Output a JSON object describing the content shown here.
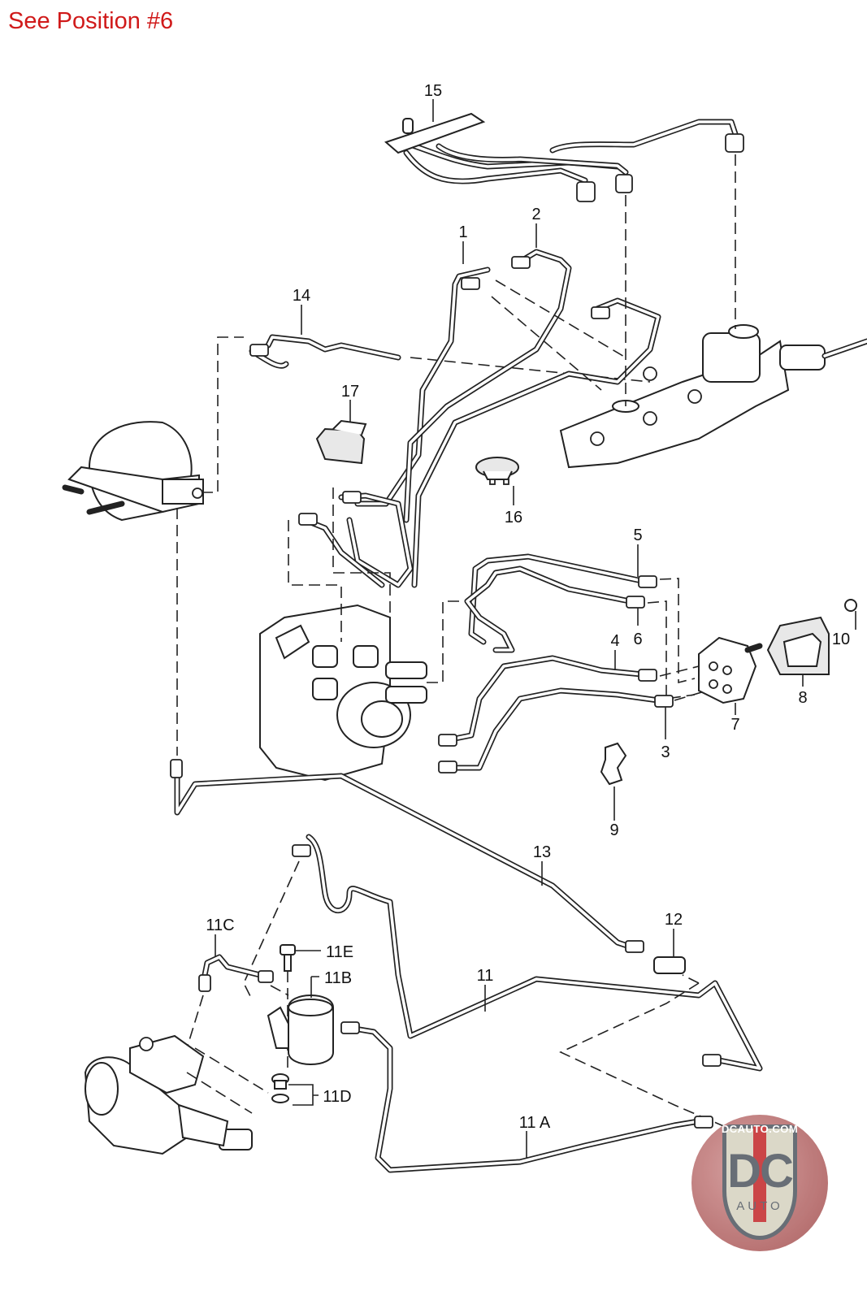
{
  "header": {
    "note": "See Position #6"
  },
  "diagram": {
    "title": "Brake line / ABS hydraulic unit exploded parts diagram",
    "callouts": [
      {
        "id": "1",
        "label": "1"
      },
      {
        "id": "2",
        "label": "2"
      },
      {
        "id": "3",
        "label": "3"
      },
      {
        "id": "4",
        "label": "4"
      },
      {
        "id": "5",
        "label": "5"
      },
      {
        "id": "6",
        "label": "6"
      },
      {
        "id": "7",
        "label": "7"
      },
      {
        "id": "8",
        "label": "8"
      },
      {
        "id": "9",
        "label": "9"
      },
      {
        "id": "10",
        "label": "10"
      },
      {
        "id": "11",
        "label": "11"
      },
      {
        "id": "11A",
        "label": "11 A"
      },
      {
        "id": "11B",
        "label": "11B"
      },
      {
        "id": "11C",
        "label": "11C"
      },
      {
        "id": "11D",
        "label": "11D"
      },
      {
        "id": "11E",
        "label": "11E"
      },
      {
        "id": "12",
        "label": "12"
      },
      {
        "id": "13",
        "label": "13"
      },
      {
        "id": "14",
        "label": "14"
      },
      {
        "id": "15",
        "label": "15"
      },
      {
        "id": "16",
        "label": "16"
      },
      {
        "id": "17",
        "label": "17"
      }
    ]
  },
  "watermark": {
    "site": "DCAUTO.COM",
    "mark": "DC",
    "sub": "AUTO",
    "colors": {
      "circle": "#b46a6a",
      "shield": "#d9d6c4",
      "stripe": "#c8373a",
      "letters": "#5d646c"
    }
  }
}
